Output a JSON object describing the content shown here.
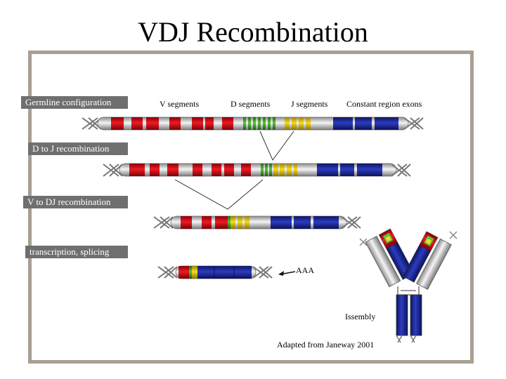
{
  "title": "VDJ Recombination",
  "steps": {
    "germline": "Germline configuration",
    "d_to_j": "D to J recombination",
    "v_to_dj": "V to DJ recombination",
    "transcription": "transcription, splicing"
  },
  "segments": {
    "v": "V segments",
    "d": "D segments",
    "j": "J segments",
    "c": "Constant region exons"
  },
  "polyA": "AAA",
  "assembly": "Issembly",
  "credit": "Adapted from Janeway 2001",
  "colors": {
    "frame": "#a89f92",
    "label_bg": "#6f6f6f",
    "v_segment": "#d0101a",
    "d_segment": "#3aa02a",
    "j_segment": "#e3c40a",
    "c_segment": "#1f2d9c",
    "dna": "#c8c8c8"
  },
  "strands": [
    {
      "name": "germline-dna",
      "blocks": [
        "V",
        "V",
        "V",
        "V",
        "V",
        "V",
        "V",
        "D",
        "J",
        "C"
      ]
    },
    {
      "name": "dj-dna",
      "blocks": [
        "V",
        "V",
        "V",
        "V",
        "V",
        "V",
        "V",
        "D",
        "J",
        "C"
      ]
    },
    {
      "name": "vdj-dna",
      "blocks": [
        "V",
        "V",
        "V",
        "D",
        "J",
        "C"
      ]
    },
    {
      "name": "mrna",
      "blocks": [
        "V",
        "D",
        "J",
        "C"
      ]
    }
  ]
}
